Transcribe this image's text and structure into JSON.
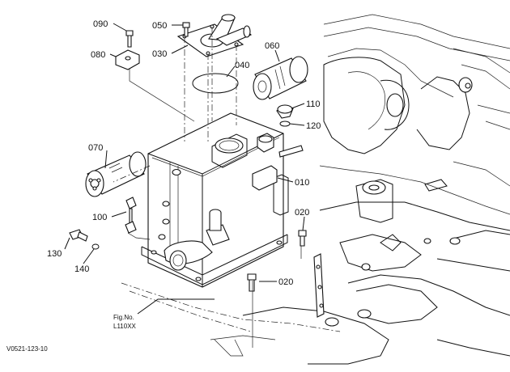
{
  "figure_ref": {
    "line1": "Fig.No.",
    "line2": "L110XX"
  },
  "diagram_id": "V0521-123-10",
  "callouts": {
    "c090": "090",
    "c050": "050",
    "c080": "080",
    "c030": "030",
    "c060": "060",
    "c040": "040",
    "c110": "110",
    "c120": "120",
    "c070": "070",
    "c010": "010",
    "c100": "100",
    "c020a": "020",
    "c130": "130",
    "c140": "140",
    "c020b": "020"
  }
}
